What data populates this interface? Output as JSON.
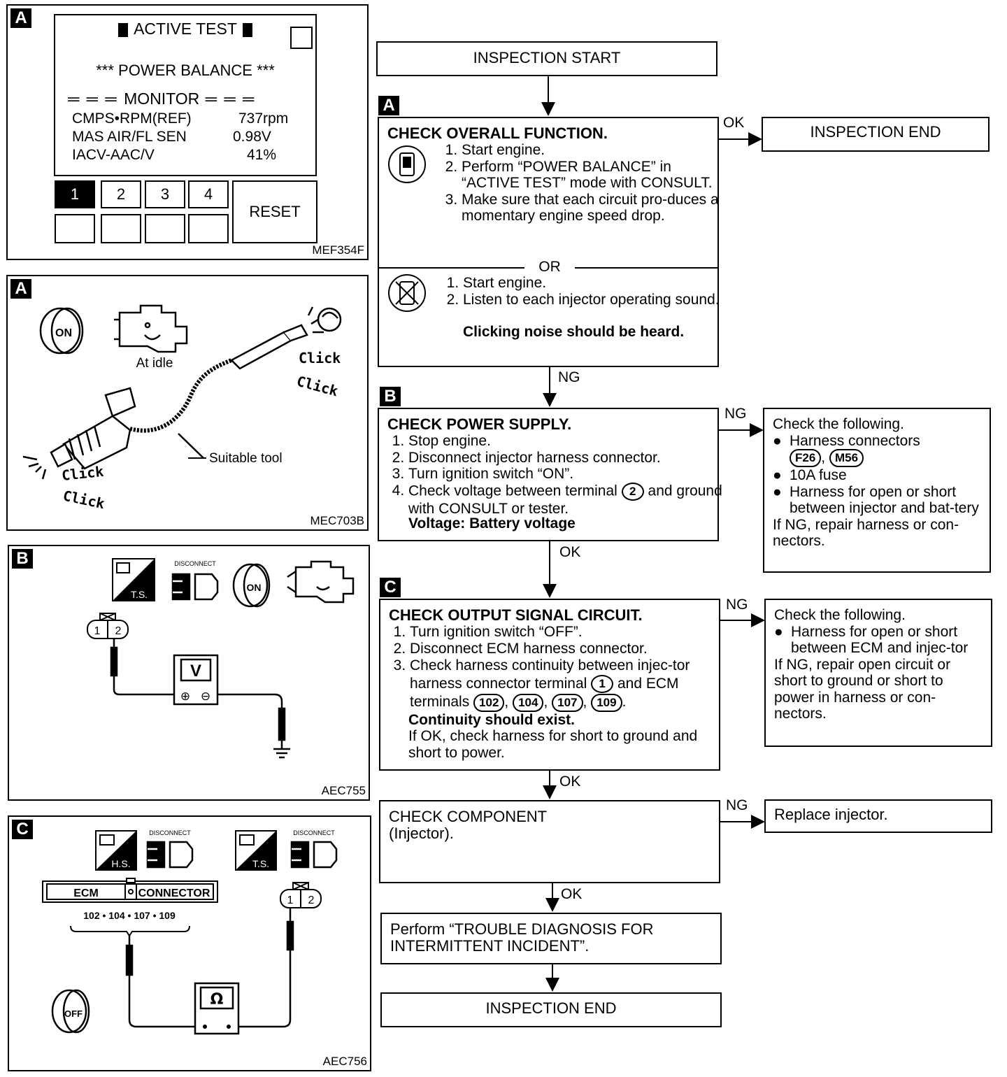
{
  "figA1": {
    "tag": "A",
    "code": "MEF354F",
    "screen_title": "ACTIVE TEST",
    "screen_subtitle": "*** POWER BALANCE ***",
    "monitor_label": "MONITOR",
    "rows": [
      {
        "name": "CMPS•RPM(REF)",
        "value": "737rpm"
      },
      {
        "name": "MAS AIR/FL SEN",
        "value": "0.98V"
      },
      {
        "name": "IACV-AAC/V",
        "value": "41%"
      }
    ],
    "keys": [
      "1",
      "2",
      "3",
      "4"
    ],
    "reset": "RESET"
  },
  "figA2": {
    "tag": "A",
    "code": "MEC703B",
    "ignition": "ON",
    "at_idle": "At idle",
    "click1": "Click",
    "click2": "Click",
    "click3": "Click",
    "click4": "Click",
    "tool": "Suitable tool"
  },
  "figB": {
    "tag": "B",
    "code": "AEC755",
    "ts": "T.S.",
    "disconnect": "DISCONNECT",
    "ignition": "ON",
    "pin1": "1",
    "pin2": "2",
    "meter": "V",
    "plus": "⊕",
    "minus": "⊖"
  },
  "figC": {
    "tag": "C",
    "code": "AEC756",
    "hs": "H.S.",
    "ts": "T.S.",
    "disconnect1": "DISCONNECT",
    "disconnect2": "DISCONNECT",
    "ecm": "ECM",
    "connector": "CONNECTOR",
    "terminals": "102 • 104 • 107 • 109",
    "pin1": "1",
    "pin2": "2",
    "meter": "Ω",
    "ignition": "OFF"
  },
  "flow": {
    "start": "INSPECTION START",
    "tagA": "A",
    "tagB": "B",
    "tagC": "C",
    "ok": "OK",
    "ng": "NG",
    "or": "OR",
    "end1": "INSPECTION END",
    "stepA": {
      "title": "CHECK OVERALL FUNCTION.",
      "items1": [
        "Start engine.",
        "Perform “POWER BALANCE” in “ACTIVE TEST” mode with CONSULT.",
        "Make sure that each circuit pro-duces a momentary engine speed drop."
      ],
      "items2": [
        "Start engine.",
        "Listen to each injector operating sound."
      ],
      "bold": "Clicking noise should be heard."
    },
    "stepB": {
      "title": "CHECK POWER SUPPLY.",
      "items": [
        "Stop engine.",
        "Disconnect injector harness connector.",
        "Turn ignition switch “ON”."
      ],
      "item4a": "Check voltage between terminal",
      "item4term": "2",
      "item4b": "and ground with CONSULT or tester.",
      "bold": "Voltage: Battery voltage"
    },
    "noteB": {
      "head": "Check the following.",
      "bullet1": "Harness connectors",
      "conn1": "F26",
      "conn2": "M56",
      "bullet2": "10A fuse",
      "bullet3": "Harness for open or short between injector and bat-tery",
      "tail": "If NG, repair harness or con-nectors."
    },
    "stepC": {
      "title": "CHECK OUTPUT SIGNAL CIRCUIT.",
      "items": [
        "Turn ignition switch “OFF”.",
        "Disconnect ECM harness connector."
      ],
      "item3a": "Check harness continuity between injec-tor harness connector terminal",
      "item3term": "1",
      "item3b": "and ECM terminals",
      "terms": [
        "102",
        "104",
        "107",
        "109"
      ],
      "bold": "Continuity should exist.",
      "tail": "If OK, check harness for short to ground and short to power."
    },
    "noteC": {
      "head": "Check the following.",
      "bullet1": "Harness for open or short between ECM and injec-tor",
      "tail": "If NG, repair open circuit or short to ground or short to power in harness or con-nectors."
    },
    "stepD": {
      "title": "CHECK COMPONENT",
      "sub": "(Injector)."
    },
    "noteD": "Replace injector.",
    "stepE": "Perform “TROUBLE DIAGNOSIS FOR INTERMITTENT INCIDENT”.",
    "end2": "INSPECTION END"
  }
}
